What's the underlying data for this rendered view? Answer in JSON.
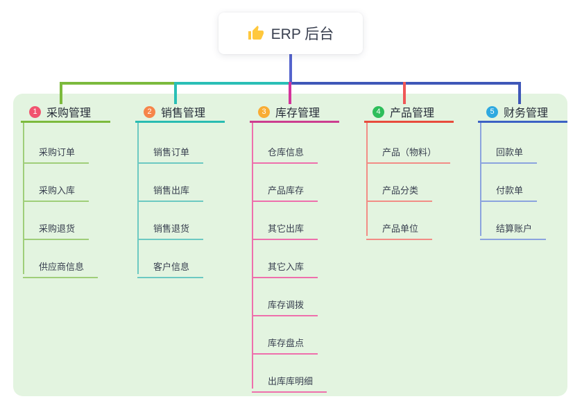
{
  "root": {
    "label": "ERP 后台",
    "icon": "thumbs-up-icon",
    "icon_color": "#FFC83D"
  },
  "canvas": {
    "panel_bg": "#E3F4E0"
  },
  "connectors": {
    "root_line": "#5564CD",
    "bus_left_green": "#7CBA3D",
    "bus_mid_teal": "#2ABFB6",
    "bus_right_blue": "#3F57B8"
  },
  "branches": [
    {
      "index": "1",
      "label": "采购管理",
      "colors": {
        "badge": "#F1546F",
        "main": "#7CBA3D",
        "stub": "#7CBA3D",
        "light": "#9FCE79"
      },
      "children": [
        "采购订单",
        "采购入库",
        "采购退货",
        "供应商信息"
      ]
    },
    {
      "index": "2",
      "label": "销售管理",
      "colors": {
        "badge": "#F6854A",
        "main": "#29BCB2",
        "stub": "#2ABFB6",
        "light": "#6CC9C2"
      },
      "children": [
        "销售订单",
        "销售出库",
        "销售退货",
        "客户信息"
      ]
    },
    {
      "index": "3",
      "label": "库存管理",
      "colors": {
        "badge": "#F9AC34",
        "main": "#CC3D8F",
        "stub": "#D3339B",
        "light": "#EE6FAC"
      },
      "children": [
        "仓库信息",
        "产品库存",
        "其它出库",
        "其它入库",
        "库存调拨",
        "库存盘点",
        "出库库明细"
      ]
    },
    {
      "index": "4",
      "label": "产品管理",
      "colors": {
        "badge": "#2EBE5A",
        "main": "#E84B3C",
        "stub": "#EF5757",
        "light": "#F28C85"
      },
      "children": [
        "产品（物料）",
        "产品分类",
        "产品单位"
      ]
    },
    {
      "index": "5",
      "label": "财务管理",
      "colors": {
        "badge": "#2FA9E0",
        "main": "#3B61C4",
        "stub": "#3F57B8",
        "light": "#8BA3DE"
      },
      "children": [
        "回款单",
        "付款单",
        "结算账户"
      ]
    }
  ]
}
